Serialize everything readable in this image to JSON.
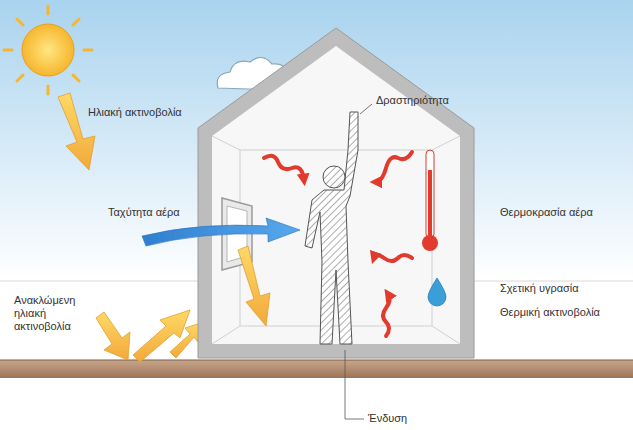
{
  "diagram": {
    "labels": [
      "Ηλιακή ακτινοβολία",
      "Δραστηριότητα",
      "Ταχύτητα αέρα",
      "Θερμοκρασία αέρα",
      "Σχετική υγρασία",
      "Θερμική ακτινοβολία",
      "Ανακλώμενη ηλιακή ακτινοβολία",
      "Ένδυση"
    ]
  }
}
